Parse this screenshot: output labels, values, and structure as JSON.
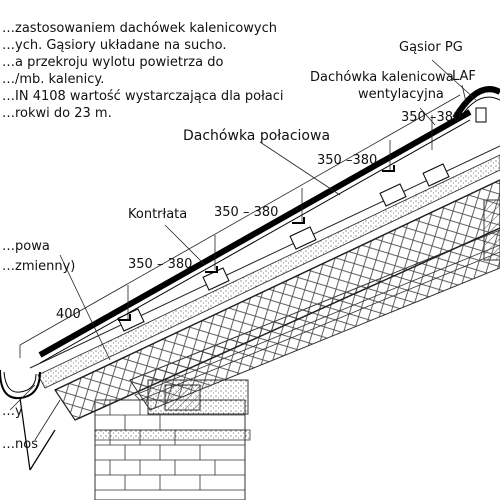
{
  "notes": [
    "…zastosowaniem dachówek kalenicowych",
    "…ych. Gąsiory układane na sucho.",
    "…a przekroju wylotu powietrza do",
    "…/mb. kalenicy.",
    "…IN 4108 wartość wystarczająca dla połaci",
    "…rokwi do 23 m."
  ],
  "labels": {
    "gasior": "Gąsior PG",
    "kalenicowa_line1": "Dachówka kalenicowa",
    "kalenicowa_line2": "wentylacyjna",
    "laf": "LAF",
    "polaciowa": "Dachówka połaciowa",
    "kontrlata": "Kontrłata",
    "left1_line1": "…powa",
    "left1_line2": "…zmienny)",
    "left2": "…y",
    "left3": "…nos"
  },
  "dimensions": {
    "d1": "350 –380",
    "d2": "350 –380",
    "d3": "350 – 380",
    "d4": "350 – 380",
    "d5": "400"
  }
}
